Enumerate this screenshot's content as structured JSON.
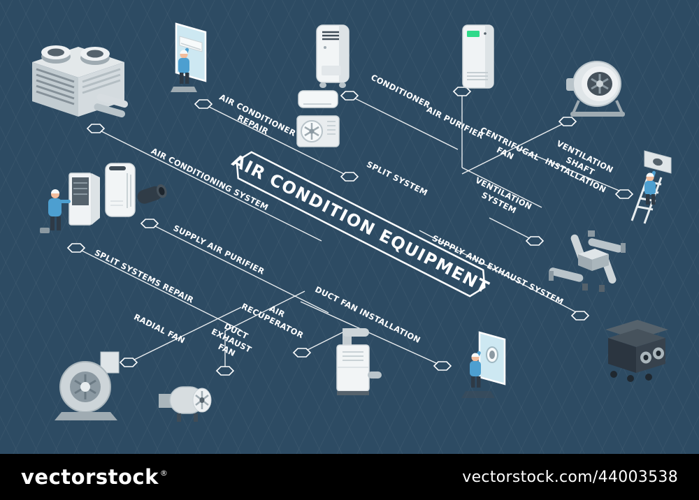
{
  "title": "AIR CONDITION EQUIPMENT",
  "labels": {
    "air_conditioner_repair": "AIR CONDITIONER REPAIR",
    "conditioner": "CONDITIONER",
    "air_purifier": "AIR PURIFIER",
    "centrifugal_fan": "CENTRIFUGAL FAN",
    "ventilation_shaft_installation": "VENTILATION SHAFT INSTALLATION",
    "split_system": "SPLIT SYSTEM",
    "air_conditioning_system": "AIR CONDITIONING SYSTEM",
    "ventilation_system": "VENTILATION SYSTEM",
    "supply_and_exhaust_system": "SUPPLY AND EXHAUST SYSTEM",
    "supply_air_purifier": "SUPPLY AIR PURIFIER",
    "split_systems_repair": "SPLIT SYSTEMS REPAIR",
    "radial_fan": "RADIAL FAN",
    "air_recuperator": "AIR RECUPERATOR",
    "duct_exhaust_fan": "DUCT EXHAUST FAN",
    "duct_fan_installation": "DUCT FAN INSTALLATION"
  },
  "watermark": {
    "logo": "vectorstock",
    "registered": "®",
    "url": "vectorstock.com/44003538"
  },
  "colors": {
    "background": "#2d4b63",
    "flowchart_line": "#ffffff",
    "label_text": "#ffffff",
    "watermark_bar": "#000000",
    "worker_uniform": "#4d9fd0",
    "wall_panel": "#cde8f2",
    "screen_green": "#2fd98a",
    "equipment_light": "#f2f5f6",
    "equipment_dark": "#2b3540"
  },
  "equipment": [
    "industrial-chiller-unit",
    "ac-repair-technician",
    "portable-conditioner",
    "air-purifier-unit",
    "centrifugal-fan-unit",
    "split-system-units",
    "ventilation-shaft-installer",
    "supply-exhaust-pipes",
    "split-repair-technician",
    "supply-air-purifier-unit",
    "duct-fan-dark",
    "radial-fan-unit",
    "duct-exhaust-fan-unit",
    "air-recuperator-unit",
    "duct-fan-installer",
    "air-handling-unit"
  ]
}
